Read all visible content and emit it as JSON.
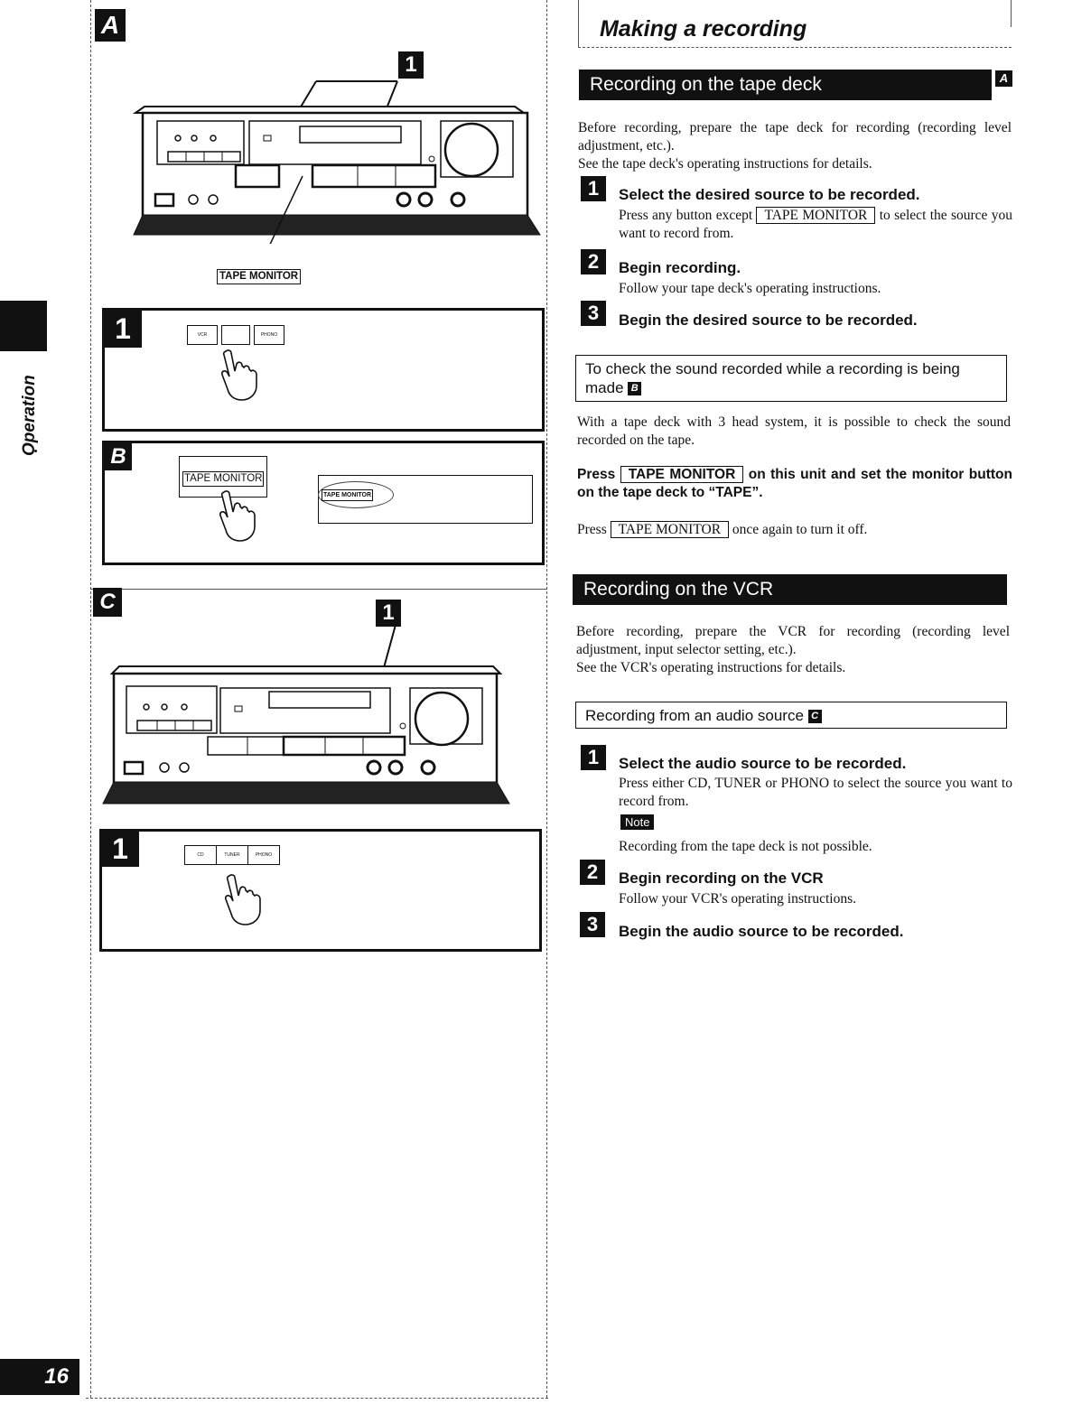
{
  "sidebar": {
    "section_label": "Operation",
    "page_number": "16"
  },
  "figures": {
    "a": {
      "badge": "A",
      "callout": "1",
      "tape_monitor_label": "TAPE MONITOR"
    },
    "a_step1": {
      "number": "1",
      "buttons": [
        "VCR",
        "",
        "PHONO"
      ]
    },
    "b": {
      "badge": "B",
      "button_label": "TAPE MONITOR",
      "display_label": "TAPE MONITOR"
    },
    "c": {
      "badge": "C",
      "callout": "1"
    },
    "c_step1": {
      "number": "1",
      "buttons": [
        "CD",
        "TUNER",
        "PHONO"
      ]
    }
  },
  "main": {
    "title": "Making a recording",
    "tape_deck": {
      "heading": "Recording on the tape deck",
      "badge": "A",
      "intro_1": "Before recording, prepare the tape deck for recording (recording level adjustment, etc.).",
      "intro_2": "See the tape deck's operating instructions for details.",
      "steps": [
        {
          "n": "1",
          "title": "Select the desired source to be recorded.",
          "text_before": "Press any button except",
          "key": "TAPE MONITOR",
          "text_after": "to select the source you want to record from."
        },
        {
          "n": "2",
          "title": "Begin recording.",
          "text": "Follow your tape deck's operating instructions."
        },
        {
          "n": "3",
          "title": "Begin the desired source to be recorded."
        }
      ]
    },
    "check_sound": {
      "heading": "To check the sound recorded while a recording is being made",
      "badge": "B",
      "text": "With a tape deck with 3 head system, it is possible to check the sound recorded on the tape.",
      "press_label": "Press",
      "press_key": "TAPE MONITOR",
      "press_rest": "on this unit and set the monitor button on the tape deck to “TAPE”.",
      "press2_before": "Press",
      "press2_key": "TAPE MONITOR",
      "press2_after": "once again to turn it off."
    },
    "vcr": {
      "heading": "Recording on the VCR",
      "intro_1": "Before recording, prepare the VCR for recording (recording level adjustment, input selector setting, etc.).",
      "intro_2": "See the VCR's operating instructions for details."
    },
    "audio_source": {
      "heading": "Recording from an audio source",
      "badge": "C",
      "steps": [
        {
          "n": "1",
          "title": "Select the audio source to be recorded.",
          "text": "Press either CD, TUNER or PHONO to select the source you want to record from."
        },
        {
          "n": "2",
          "title": "Begin recording on the VCR",
          "text": "Follow your VCR's operating instructions."
        },
        {
          "n": "3",
          "title": "Begin the audio source to be recorded."
        }
      ],
      "note_label": "Note",
      "note_text": "Recording from the tape deck is not possible."
    }
  }
}
